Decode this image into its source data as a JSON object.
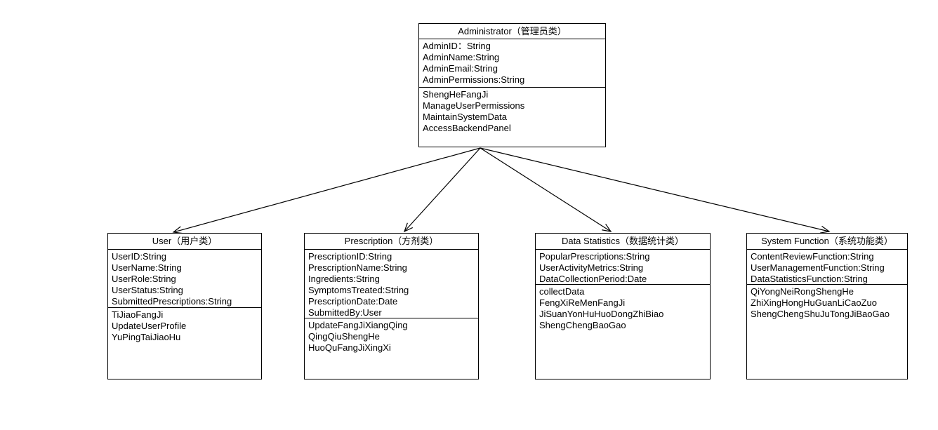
{
  "colors": {
    "background": "#ffffff",
    "border": "#000000",
    "text": "#000000"
  },
  "classes": [
    {
      "name": "Administrator",
      "title": "Administrator（管理员类）",
      "attributes": [
        "AdminID：String",
        "AdminName:String",
        "AdminEmail:String",
        "AdminPermissions:String"
      ],
      "methods": [
        "ShengHeFangJi",
        "ManageUserPermissions",
        "MaintainSystemData",
        "AccessBackendPanel"
      ]
    },
    {
      "name": "User",
      "title": "User（用户类）",
      "attributes": [
        "UserID:String",
        "UserName:String",
        "UserRole:String",
        "UserStatus:String",
        "SubmittedPrescriptions:String"
      ],
      "methods": [
        "TiJiaoFangJi",
        "UpdateUserProfile",
        "YuPingTaiJiaoHu"
      ]
    },
    {
      "name": "Prescription",
      "title": "Prescription（方剂类）",
      "attributes": [
        "PrescriptionID:String",
        "PrescriptionName:String",
        "Ingredients:String",
        "SymptomsTreated:String",
        "PrescriptionDate:Date",
        "SubmittedBy:User"
      ],
      "methods": [
        "UpdateFangJiXiangQing",
        "QingQiuShengHe",
        "HuoQuFangJiXingXi"
      ]
    },
    {
      "name": "Data Statistics",
      "title": "Data Statistics（数据统计类）",
      "attributes": [
        "PopularPrescriptions:String",
        "UserActivityMetrics:String",
        "DataCollectionPeriod:Date"
      ],
      "methods": [
        "collectData",
        "FengXiReMenFangJi",
        "JiSuanYonHuHuoDongZhiBiao",
        "ShengChengBaoGao"
      ]
    },
    {
      "name": "System Function",
      "title": "System Function（系统功能类）",
      "attributes": [
        "ContentReviewFunction:String",
        "UserManagementFunction:String",
        "DataStatisticsFunction:String"
      ],
      "methods": [
        "QiYongNeiRongShengHe",
        "ZhiXingHongHuGuanLiCaoZuo",
        "ShengChengShuJuTongJiBaoGao"
      ]
    }
  ],
  "relationships": [
    {
      "from": "Administrator",
      "to": "User"
    },
    {
      "from": "Administrator",
      "to": "Prescription"
    },
    {
      "from": "Administrator",
      "to": "Data Statistics"
    },
    {
      "from": "Administrator",
      "to": "System Function"
    }
  ]
}
